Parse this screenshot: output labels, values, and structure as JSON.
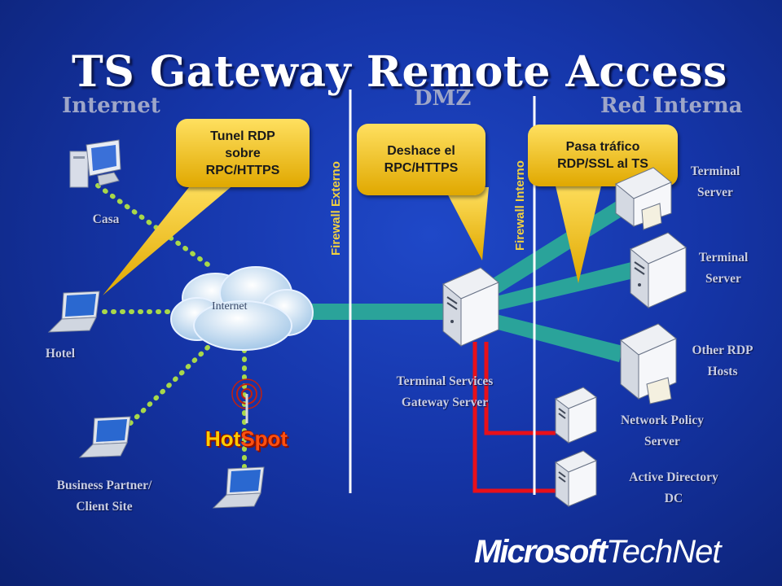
{
  "title": "TS Gateway Remote Access",
  "zones": {
    "internet": "Internet",
    "dmz": "DMZ",
    "internal": "Red Interna"
  },
  "firewalls": {
    "external": "Firewall Externo",
    "internal": "Firewall Interno"
  },
  "callouts": {
    "rdp_tunnel": [
      "Tunel RDP",
      "sobre",
      "RPC/HTTPS"
    ],
    "dmz_unwrap": [
      "Deshace el",
      "RPC/HTTPS"
    ],
    "pass_traffic": [
      "Pasa tráfico",
      "RDP/SSL al TS"
    ]
  },
  "clients": {
    "home": "Casa",
    "hotel": "Hotel",
    "partner": [
      "Business Partner/",
      "Client Site"
    ]
  },
  "cloud": "Internet",
  "hotspot": {
    "hot": "Hot",
    "spot": "Spot"
  },
  "servers": {
    "gateway": [
      "Terminal Services",
      "Gateway Server"
    ],
    "ts1": [
      "Terminal",
      "Server"
    ],
    "ts2": [
      "Terminal",
      "Server"
    ],
    "other": [
      "Other RDP",
      "Hosts"
    ],
    "nps": [
      "Network Policy",
      "Server"
    ],
    "ad": [
      "Active Directory",
      "DC"
    ]
  },
  "logo": {
    "microsoft": "Microsoft",
    "technet": "TechNet"
  },
  "colors": {
    "background": "#1535a8",
    "link_teal": "#2aa39a",
    "link_red": "#e8101a",
    "dotted_link": "#a8d84a",
    "callout_fill": "#f0c000",
    "firewall_line": "#ffffff",
    "zone_text": "#9ea6c8"
  },
  "icons": [
    "desktop-icon",
    "laptop-icon",
    "cloud-icon",
    "server-icon",
    "antenna-icon"
  ]
}
